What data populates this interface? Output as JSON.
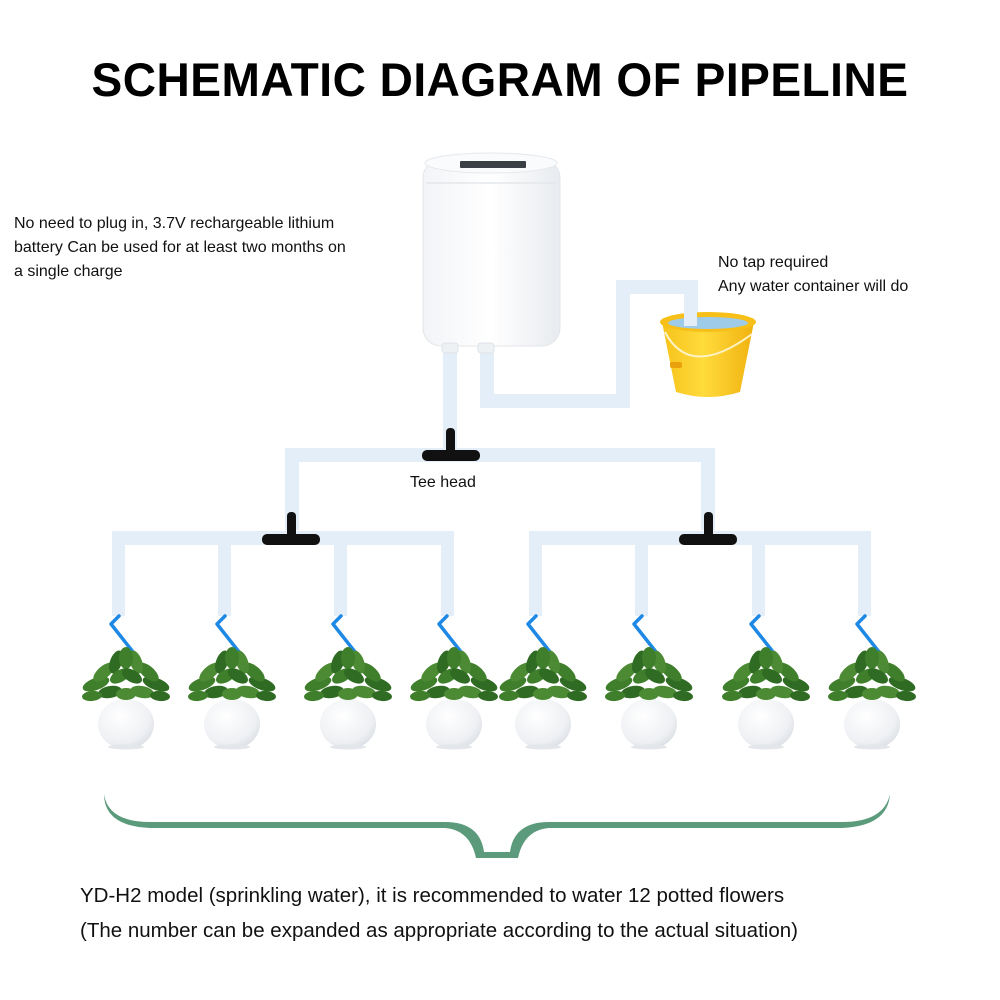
{
  "title": "SCHEMATIC DIAGRAM OF PIPELINE",
  "notes": {
    "battery": [
      "No need to plug in, 3.7V rechargeable lithium",
      "battery Can be used for at least two months on",
      "a single charge"
    ],
    "tap": [
      "No tap required",
      "Any water container will do"
    ]
  },
  "labels": {
    "tee_head": "Tee head"
  },
  "components": {
    "controller": "water pump controller",
    "container": "yellow bucket",
    "tee_connectors": 3,
    "drip_outlets": 8,
    "potted_plants": 8
  },
  "footer": {
    "line1": "YD-H2 model (sprinkling water), it is recommended to water 12 potted flowers",
    "line2": "(The number can be expanded as appropriate according to the actual situation)"
  },
  "colors": {
    "pipe": "#e4eef8",
    "tee": "#111111",
    "dripper": "#1e88e5",
    "bucket": "#f7c51e",
    "brace": "#5b9a7b",
    "leaf": "#2f6b22"
  }
}
